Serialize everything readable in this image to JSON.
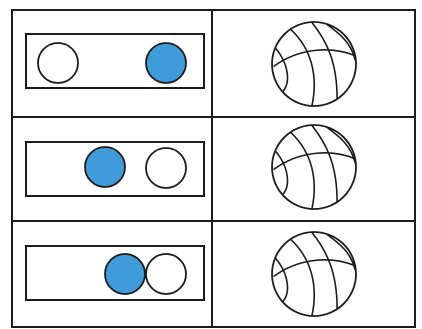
{
  "colors": {
    "ink": "#1c1c1c",
    "paper": "#ffffff",
    "filled_circle": "#3f9bd9"
  },
  "rows": [
    {
      "left_panel": {
        "circles": [
          "empty",
          "filled"
        ]
      },
      "right_panel": {
        "icon": "basketball-icon"
      }
    },
    {
      "left_panel": {
        "circles": [
          "filled",
          "empty"
        ]
      },
      "right_panel": {
        "icon": "basketball-icon"
      }
    },
    {
      "left_panel": {
        "circles": [
          "filled",
          "empty"
        ]
      },
      "right_panel": {
        "icon": "basketball-icon"
      }
    }
  ]
}
